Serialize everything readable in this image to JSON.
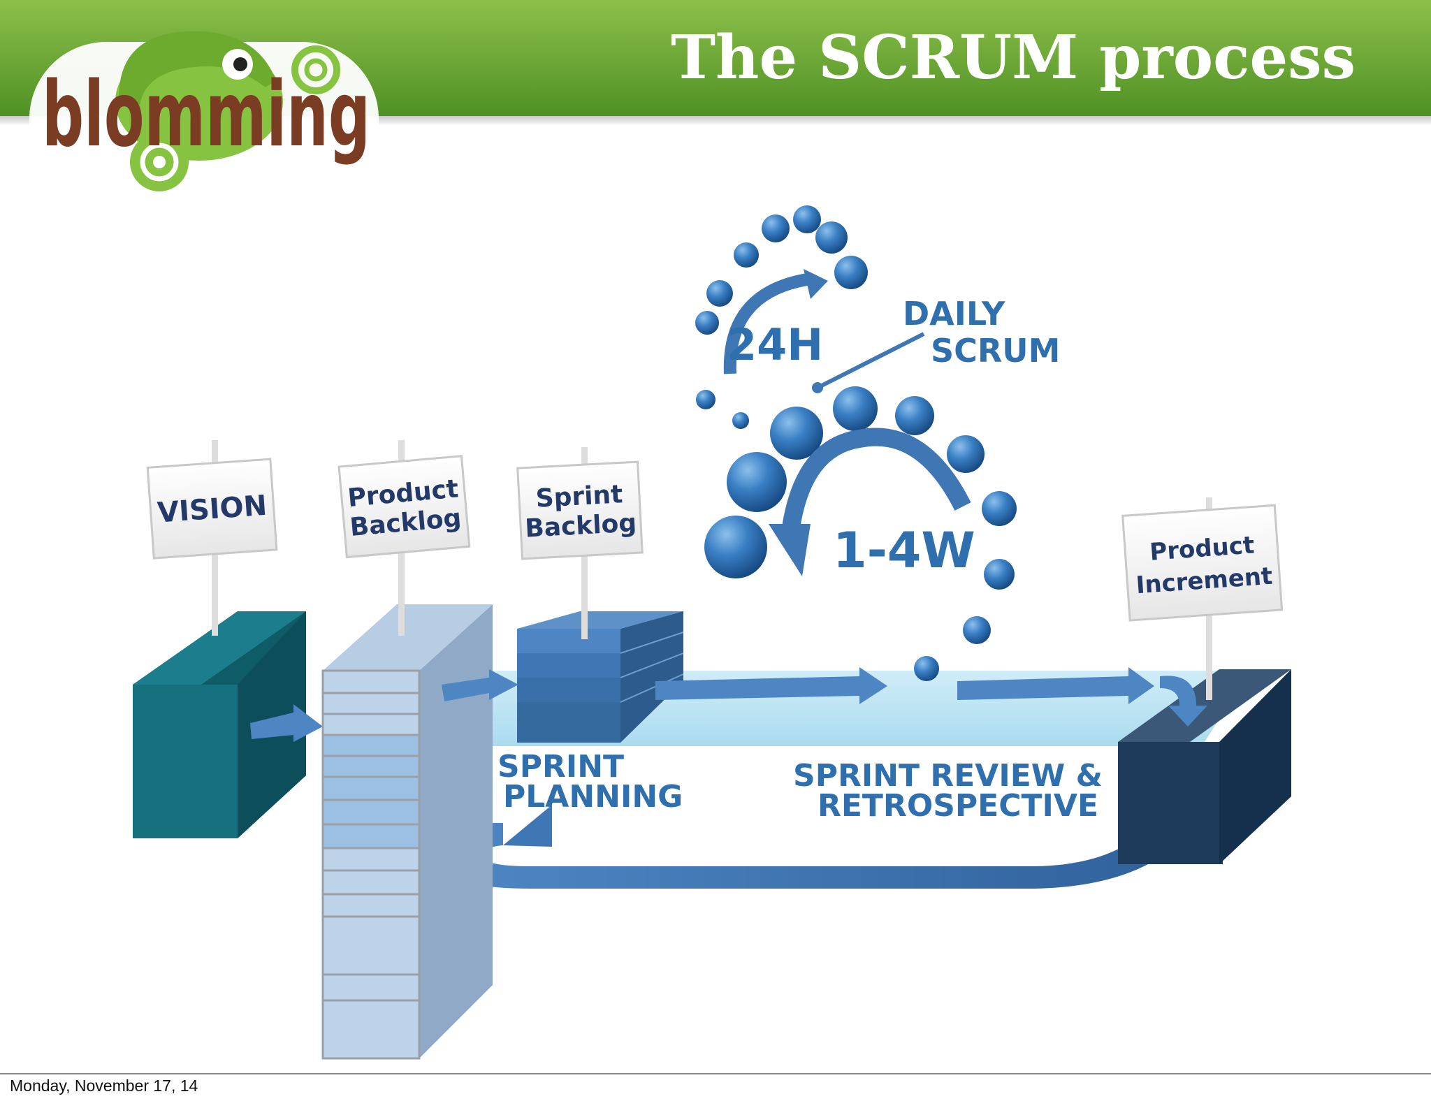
{
  "header": {
    "title": "The SCRUM process",
    "logo_text": "blomming",
    "logo_icon": "chameleon-icon"
  },
  "diagram": {
    "signs": {
      "vision": "VISION",
      "product_backlog": [
        "Product",
        "Backlog"
      ],
      "sprint_backlog": [
        "Sprint",
        "Backlog"
      ],
      "product_increment": [
        "Product",
        "Increment"
      ]
    },
    "daily_cycle": "24H",
    "daily_scrum": [
      "DAILY",
      "SCRUM"
    ],
    "sprint_cycle": "1-4W",
    "sprint_planning": [
      "SPRINT",
      "PLANNING"
    ],
    "sprint_review": [
      "SPRINT REVIEW &",
      "RETROSPECTIVE"
    ]
  },
  "footer": {
    "date": "Monday, November 17, 14"
  },
  "colors": {
    "header_green_top": "#8dc04a",
    "header_green_bottom": "#4f9125",
    "vision_box": "#17707e",
    "increment_box": "#1f3b5c",
    "flow_blue": "#4d86c2",
    "bubble_blue": "#2d6fb8"
  }
}
